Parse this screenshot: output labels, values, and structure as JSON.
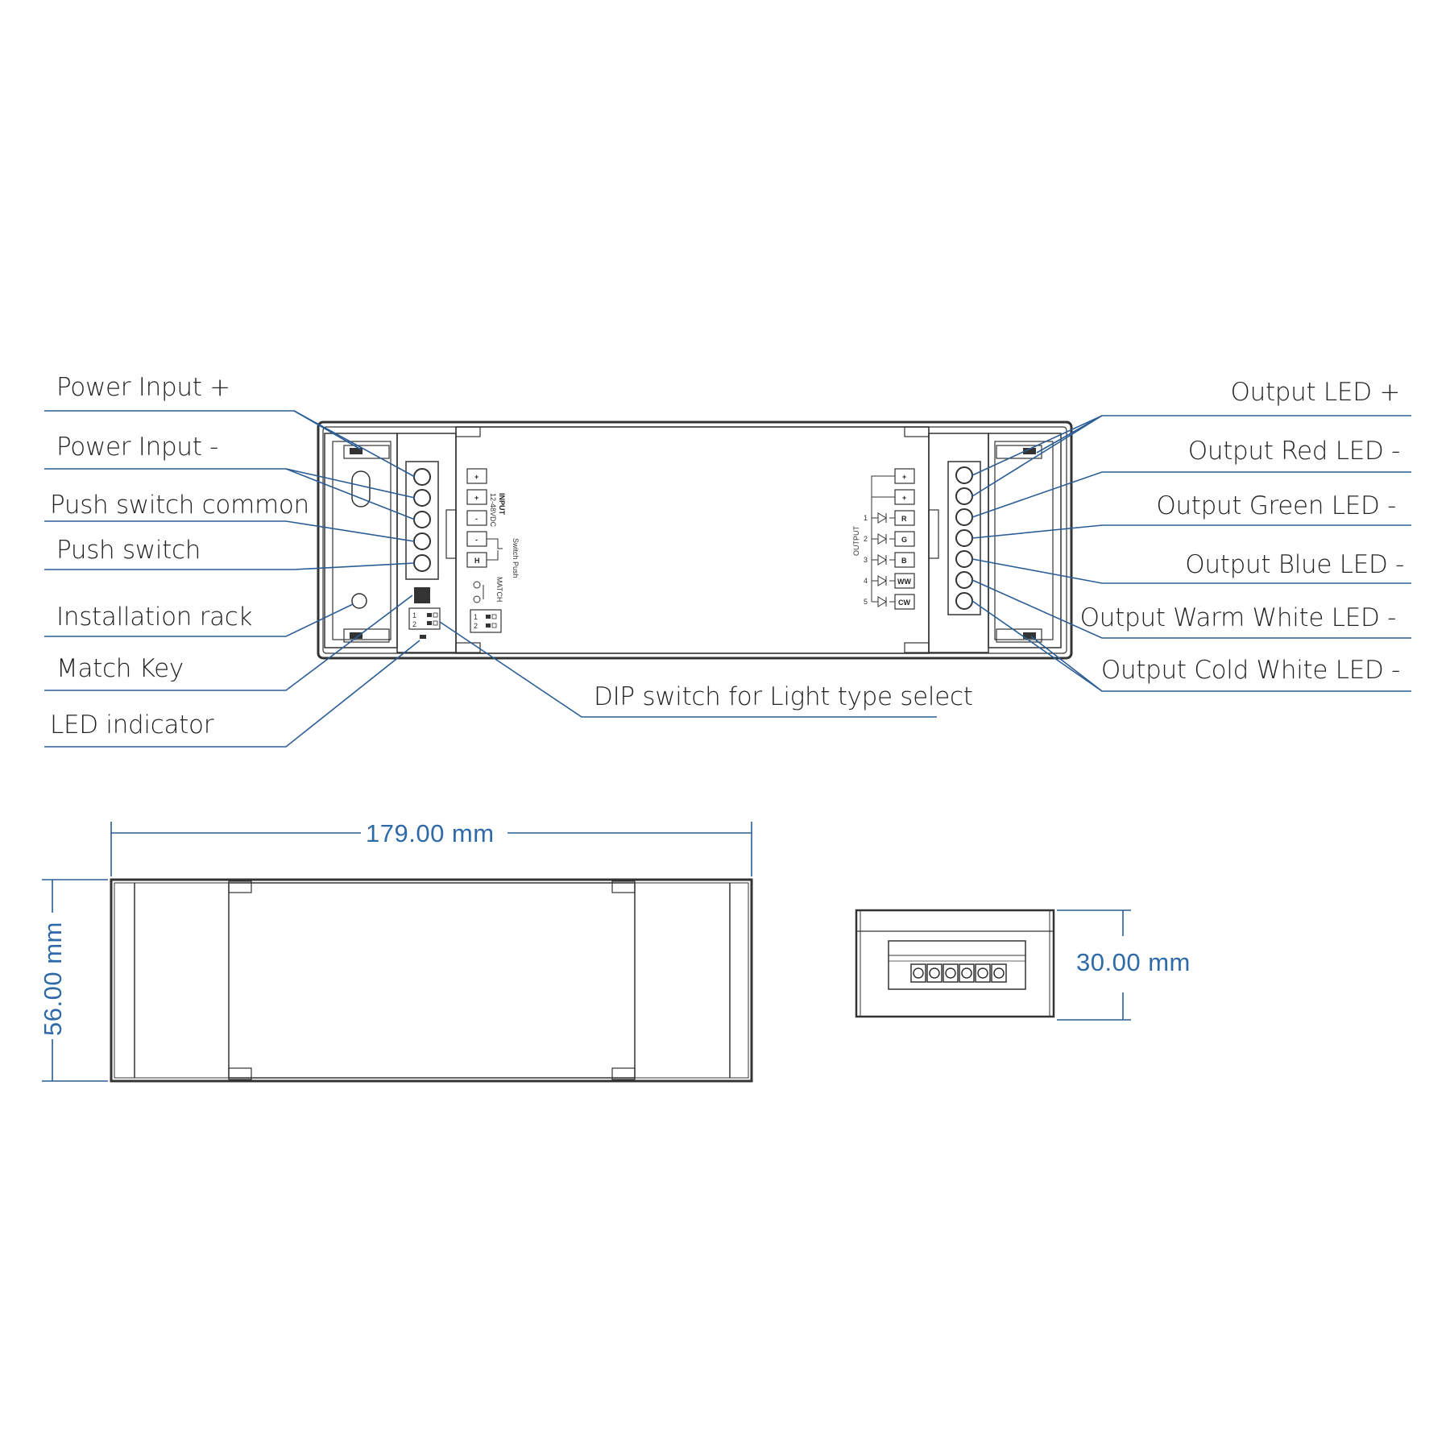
{
  "callouts": {
    "power_input_plus": "Power Input +",
    "power_input_minus": "Power Input -",
    "push_switch_common": "Push switch common",
    "push_switch": "Push switch",
    "installation_rack": "Installation rack",
    "match_key": "Match Key",
    "led_indicator": "LED indicator",
    "output_led_plus": "Output LED +",
    "output_red_led_minus": "Output Red LED -",
    "output_green_led_minus": "Output Green LED -",
    "output_blue_led_minus": "Output Blue LED -",
    "output_warm_white_led_minus": "Output Warm White LED -",
    "output_cold_white_led_minus": "Output Cold White LED -",
    "dip_switch": "DIP switch for Light type select"
  },
  "device_labels": {
    "input_title": "INPUT",
    "input_voltage": "12-48VDC",
    "push_switch_label": "Switch Push",
    "match_label": "MATCH",
    "output_label": "OUTPUT",
    "left_terminals": [
      "+",
      "+",
      "-",
      "-",
      "H"
    ],
    "right_terminals": [
      "+",
      "+",
      "R",
      "G",
      "B",
      "WW",
      "CW"
    ],
    "channel_numbers": [
      "1",
      "2",
      "3",
      "4",
      "5"
    ],
    "dip_numbers": [
      "1",
      "2"
    ]
  },
  "dimensions": {
    "length": "179.00 mm",
    "width": "56.00 mm",
    "height": "30.00 mm"
  },
  "colors": {
    "leader_line": "#2b5d95",
    "dimension_text": "#2f6aa8",
    "outline": "#333333"
  }
}
